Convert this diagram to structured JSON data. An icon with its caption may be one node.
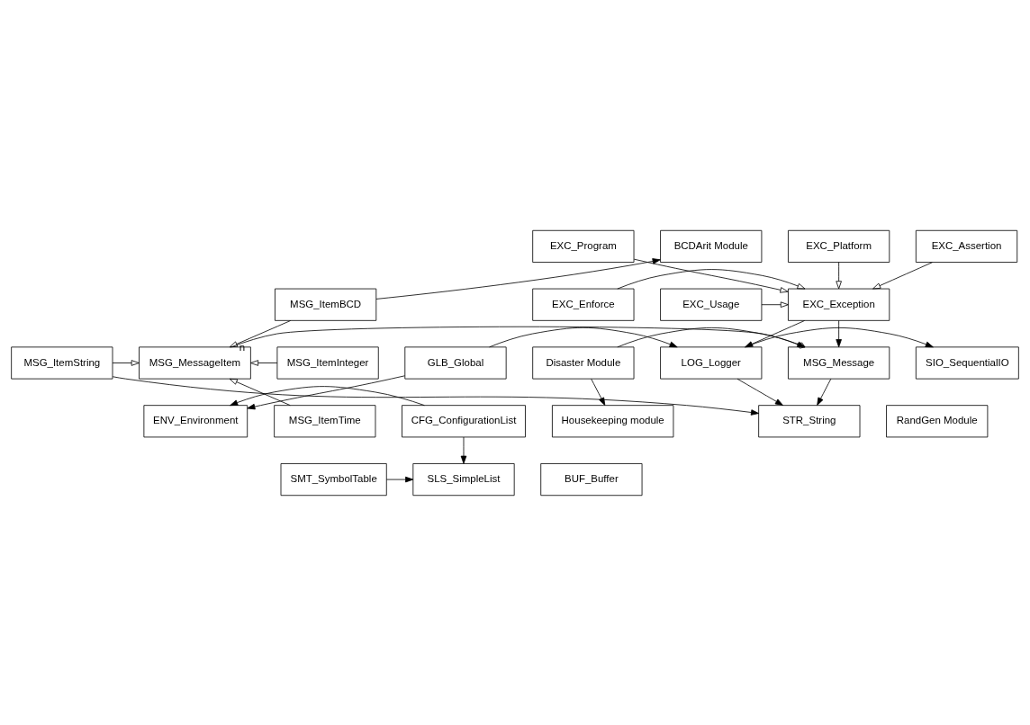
{
  "diagram": {
    "nodes": [
      {
        "text": [
          "EXC_Assertion"
        ]
      },
      {
        "text": [
          "EXC_Program"
        ]
      },
      {
        "text": [
          "EXC_Platform"
        ]
      },
      {
        "text": [
          "BCDArit Module"
        ]
      },
      {
        "text": [
          "EXC_Enforce"
        ]
      },
      {
        "text": [
          "EXC_Exception"
        ]
      },
      {
        "text": [
          "EXC_Usage"
        ]
      },
      {
        "text": [
          "MSG_ItemBCD"
        ]
      },
      {
        "text": [
          "MSG_ItemInteger"
        ]
      },
      {
        "text": [
          "Disaster Module"
        ]
      },
      {
        "text": [
          "MSG_Message"
        ]
      },
      {
        "text": [
          "MSG_MessageItem"
        ]
      },
      {
        "text": [
          "MSG_ItemTime"
        ]
      },
      {
        "text": [
          "Housekeeping module"
        ]
      },
      {
        "text": [
          "STR_String"
        ]
      },
      {
        "text": [
          "MSG_ItemString"
        ]
      },
      {
        "text": [
          "GLB_Global"
        ]
      },
      {
        "text": [
          "LOG_Logger"
        ]
      },
      {
        "text": [
          "SIO_SequentialIO"
        ]
      },
      {
        "text": [
          "RandGen Module"
        ]
      },
      {
        "text": [
          "ENV_Environment"
        ]
      },
      {
        "text": [
          "CFG_ConfigurationList"
        ]
      },
      {
        "text": [
          "SLS_SimpleList"
        ]
      },
      {
        "text": [
          "BUF_Buffer"
        ]
      },
      {
        "text": [
          "SMT_SymbolTable"
        ]
      }
    ],
    "edges": [
      {
        "from": 0,
        "to": 5,
        "arrow": "to"
      },
      {
        "from": 1,
        "to": 5,
        "arrow": "to"
      },
      {
        "from": 2,
        "to": 5,
        "arrow": "to"
      },
      {
        "from": 4,
        "to": 5,
        "arrow": "to"
      },
      {
        "from": 6,
        "to": 5,
        "arrow": "to"
      },
      {
        "from": 7,
        "to": 3,
        "arrow": "to"
      },
      {
        "from": 5,
        "to": 10,
        "arrow": "to"
      },
      {
        "from": 9,
        "to": 10,
        "arrow": "to"
      },
      {
        "from": 11,
        "to": 10,
        "arrow": "other",
        "label": "n"
      },
      {
        "from": 7,
        "to": 11,
        "arrow": "to"
      },
      {
        "from": 8,
        "to": 11,
        "arrow": "to"
      },
      {
        "from": 12,
        "to": 11,
        "arrow": "to"
      },
      {
        "from": 15,
        "to": 11,
        "arrow": "to"
      },
      {
        "from": 9,
        "to": 13,
        "arrow": "to"
      },
      {
        "from": 10,
        "to": 14,
        "arrow": "to"
      },
      {
        "from": 5,
        "to": 17,
        "arrow": "to"
      },
      {
        "from": 15,
        "to": 14,
        "arrow": "to"
      },
      {
        "from": 17,
        "to": 14,
        "arrow": "to"
      },
      {
        "from": 16,
        "to": 17,
        "arrow": "to"
      },
      {
        "from": 17,
        "to": 18,
        "arrow": "to"
      },
      {
        "from": 16,
        "to": 20,
        "arrow": "to"
      },
      {
        "from": 21,
        "to": 20,
        "arrow": "to"
      },
      {
        "from": 21,
        "to": 22,
        "arrow": "to"
      },
      {
        "from": 24,
        "to": 22,
        "arrow": "to"
      }
    ]
  }
}
